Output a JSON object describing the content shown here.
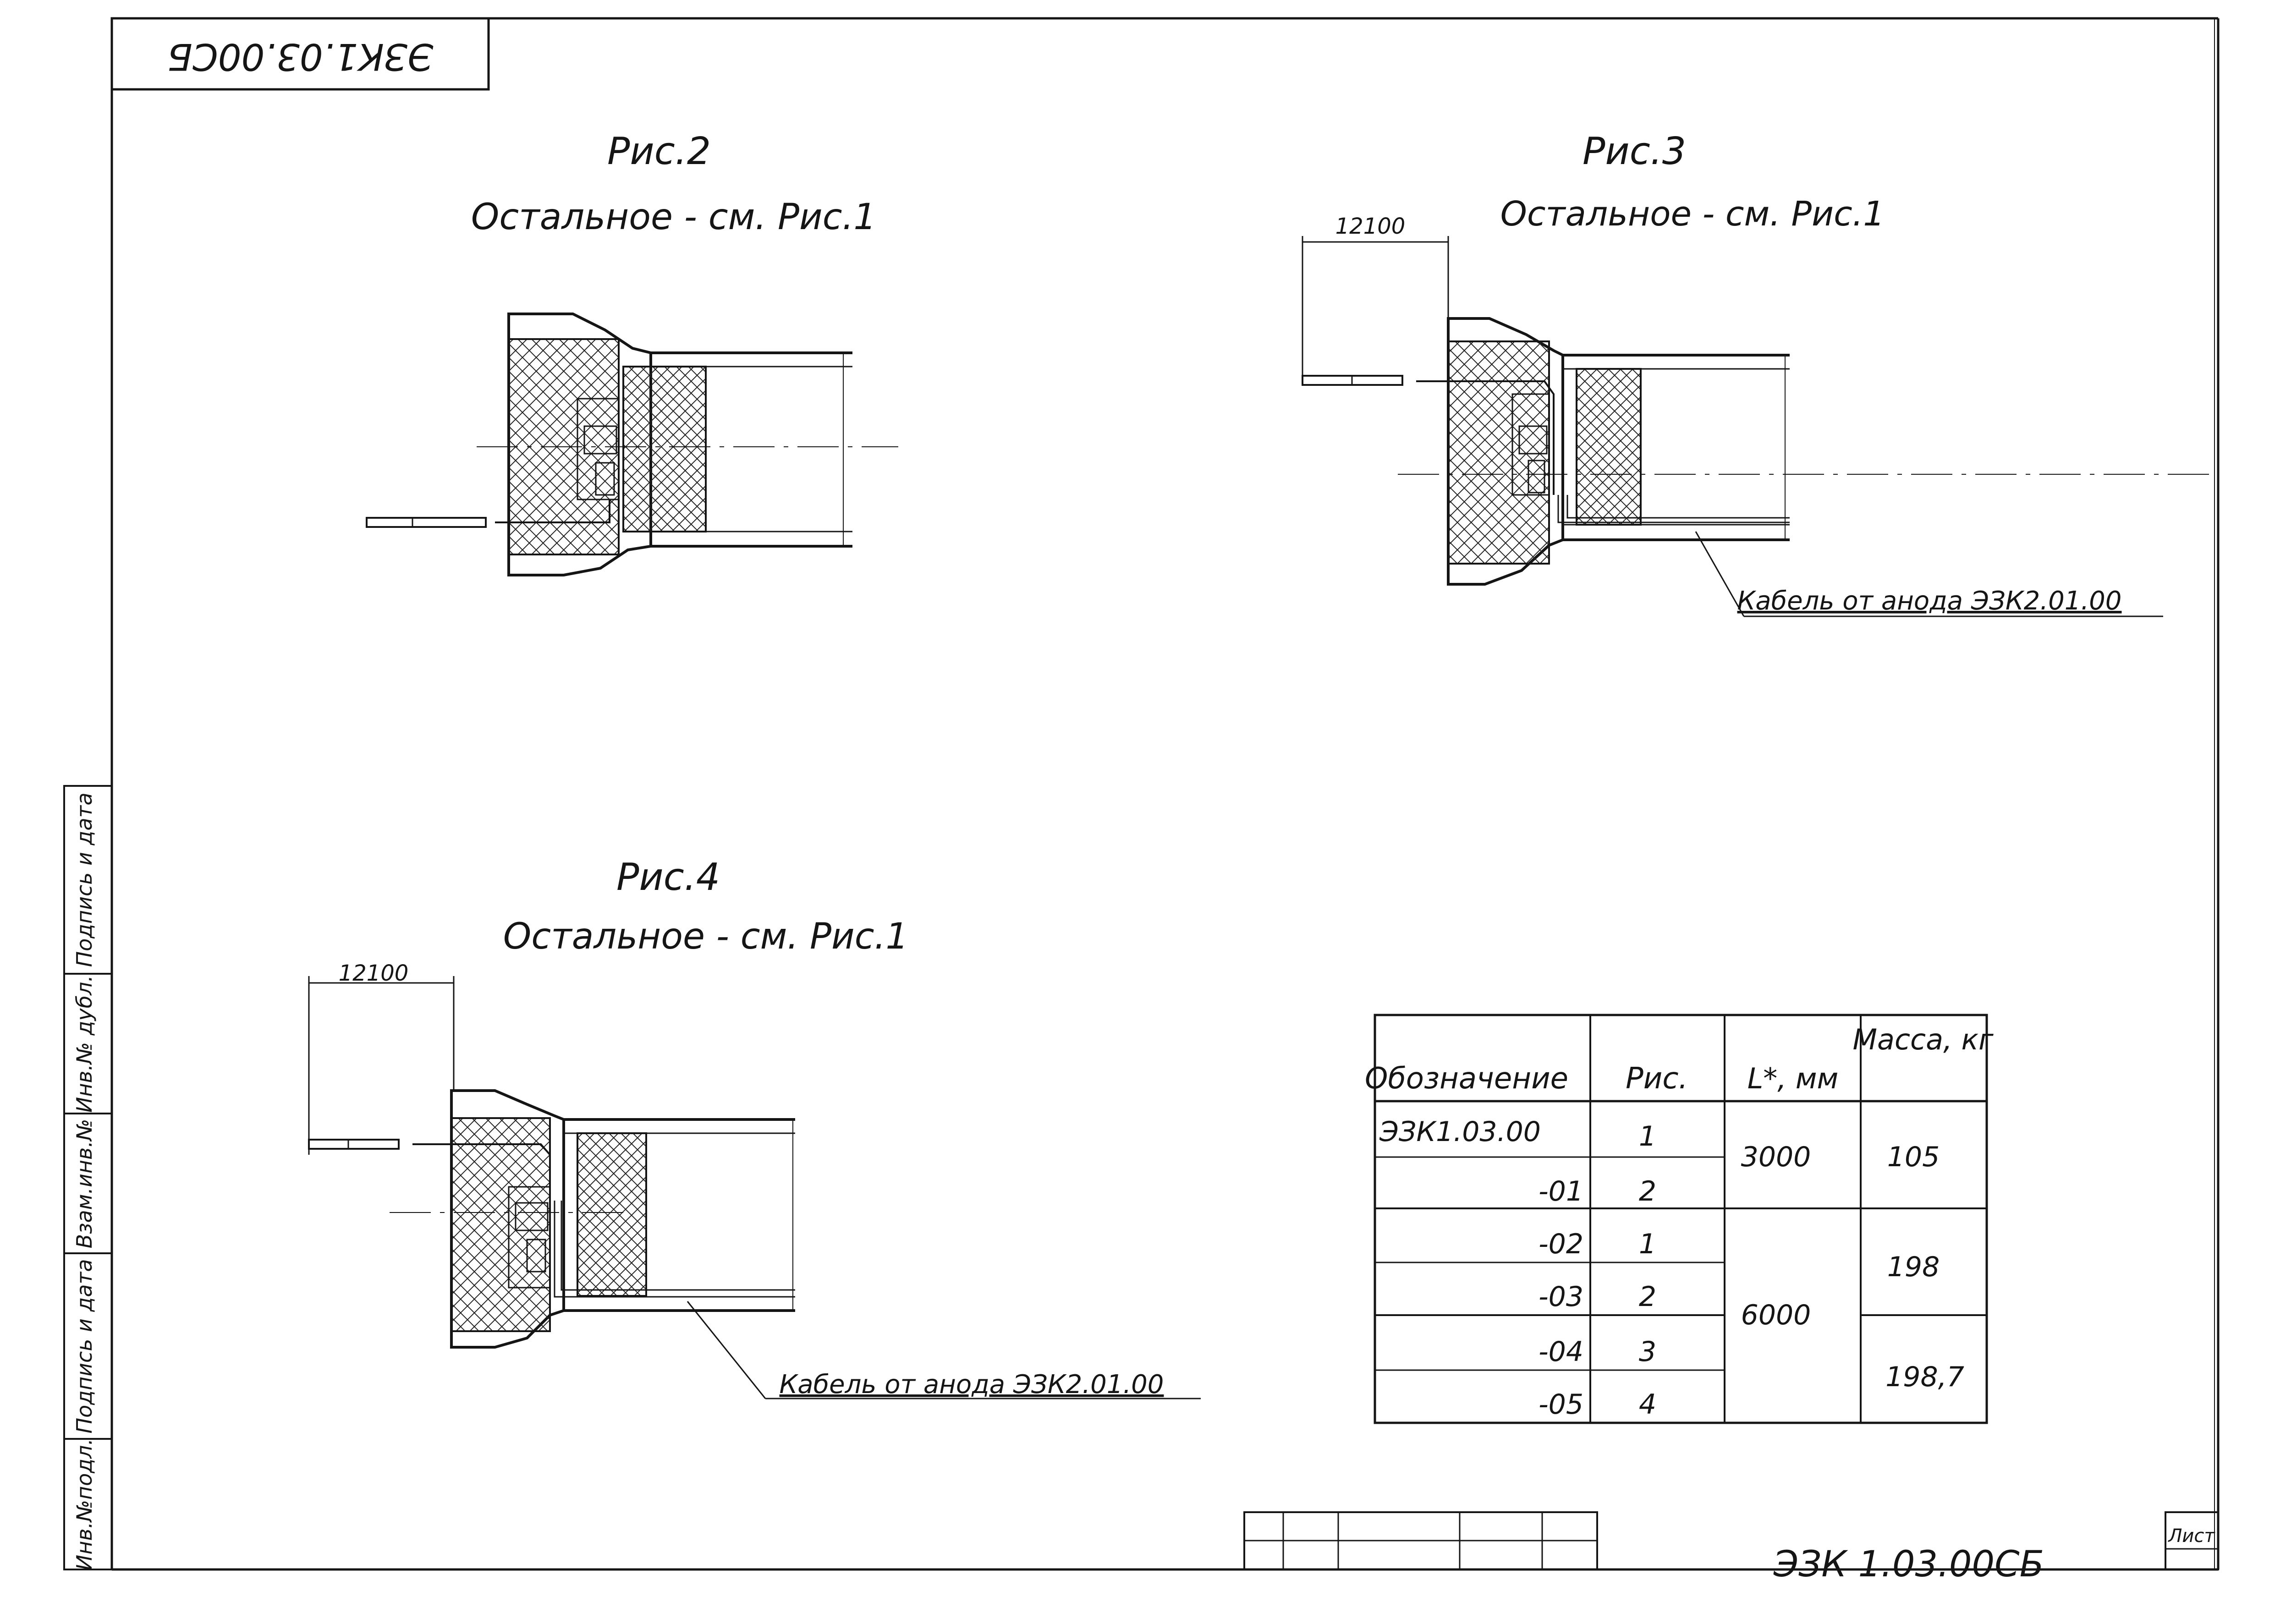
{
  "title_block_rotated": "ЭЗК1.03.00СБ",
  "sheet_label": "Лист",
  "footer_code": "ЭЗК 1.03.00СБ",
  "side_stamp": [
    "Инв.№подл.",
    "Подпись и дата",
    "Взам.инв.№",
    "Инв.№ дубл.",
    "Подпись и дата"
  ],
  "figures": [
    {
      "title": "Рис.2",
      "subtitle": "Остальное - см. Рис.1"
    },
    {
      "title": "Рис.3",
      "subtitle": "Остальное - см. Рис.1",
      "dimension": "12100",
      "callout": "Кабель от анода ЭЗК2.01.00"
    },
    {
      "title": "Рис.4",
      "subtitle": "Остальное - см. Рис.1",
      "dimension": "12100",
      "callout": "Кабель от анода ЭЗК2.01.00"
    }
  ],
  "table": {
    "headers": [
      "Обозначение",
      "Рис.",
      "L*, мм",
      "Масса, кг"
    ],
    "rows": [
      {
        "designation": "ЭЗК1.03.00",
        "fig": "1"
      },
      {
        "designation": "-01",
        "fig": "2"
      },
      {
        "designation": "-02",
        "fig": "1"
      },
      {
        "designation": "-03",
        "fig": "2"
      },
      {
        "designation": "-04",
        "fig": "3"
      },
      {
        "designation": "-05",
        "fig": "4"
      }
    ],
    "lengths": [
      "3000",
      "6000"
    ],
    "masses": [
      "105",
      "198",
      "198,7"
    ]
  }
}
